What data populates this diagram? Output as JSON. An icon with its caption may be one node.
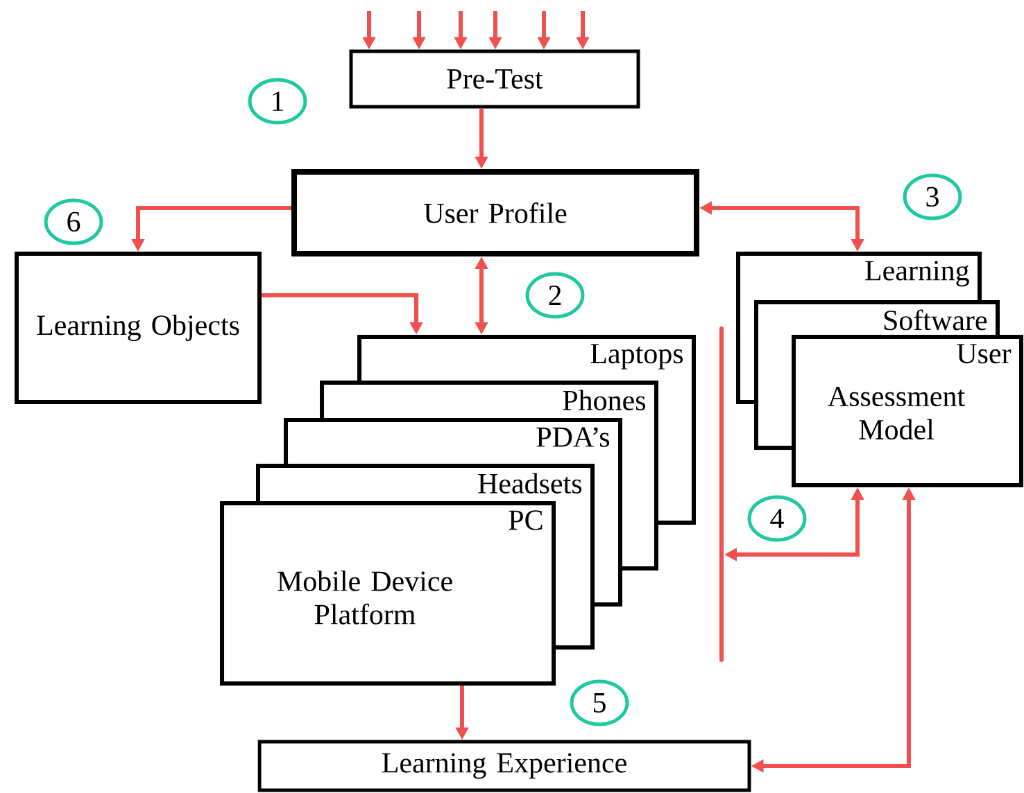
{
  "diagram": {
    "nodes": [
      {
        "text": [
          "Pre-Test"
        ]
      },
      {
        "text": [
          "User Profile"
        ]
      },
      {
        "text": [
          "Learning Objects"
        ]
      },
      {
        "text": [
          "Laptops"
        ]
      },
      {
        "text": [
          "Phones"
        ]
      },
      {
        "text": [
          "PDA’s"
        ]
      },
      {
        "text": [
          "Headsets"
        ]
      },
      {
        "text": [
          "PC",
          "Mobile Device Platform"
        ]
      },
      {
        "text": [
          "Learning"
        ]
      },
      {
        "text": [
          "Software"
        ]
      },
      {
        "text": [
          "User",
          "Assessment Model"
        ]
      },
      {
        "text": [
          "Learning Experience"
        ]
      },
      {
        "text": [
          "1"
        ]
      },
      {
        "text": [
          "3"
        ]
      },
      {
        "text": [
          "6"
        ]
      },
      {
        "text": [
          "2"
        ]
      },
      {
        "text": [
          "4"
        ]
      },
      {
        "text": [
          "5"
        ]
      }
    ],
    "edges": [
      {
        "from": null,
        "to": 0,
        "arrow": "to"
      },
      {
        "from": null,
        "to": 0,
        "arrow": "to"
      },
      {
        "from": null,
        "to": 0,
        "arrow": "to"
      },
      {
        "from": null,
        "to": 0,
        "arrow": "to"
      },
      {
        "from": null,
        "to": 0,
        "arrow": "to"
      },
      {
        "from": null,
        "to": 0,
        "arrow": "to"
      },
      {
        "from": 0,
        "to": 1,
        "arrow": "to"
      },
      {
        "from": 1,
        "to": 2,
        "arrow": "to"
      },
      {
        "from": 1,
        "to": 3,
        "arrow": "both"
      },
      {
        "from": 2,
        "to": 3,
        "arrow": "to"
      },
      {
        "from": 1,
        "to": 8,
        "arrow": "both"
      },
      {
        "from": null,
        "to": 10,
        "arrow": "both"
      },
      {
        "from": 7,
        "to": 11,
        "arrow": "to"
      },
      {
        "from": 11,
        "to": 10,
        "arrow": "both"
      }
    ]
  }
}
